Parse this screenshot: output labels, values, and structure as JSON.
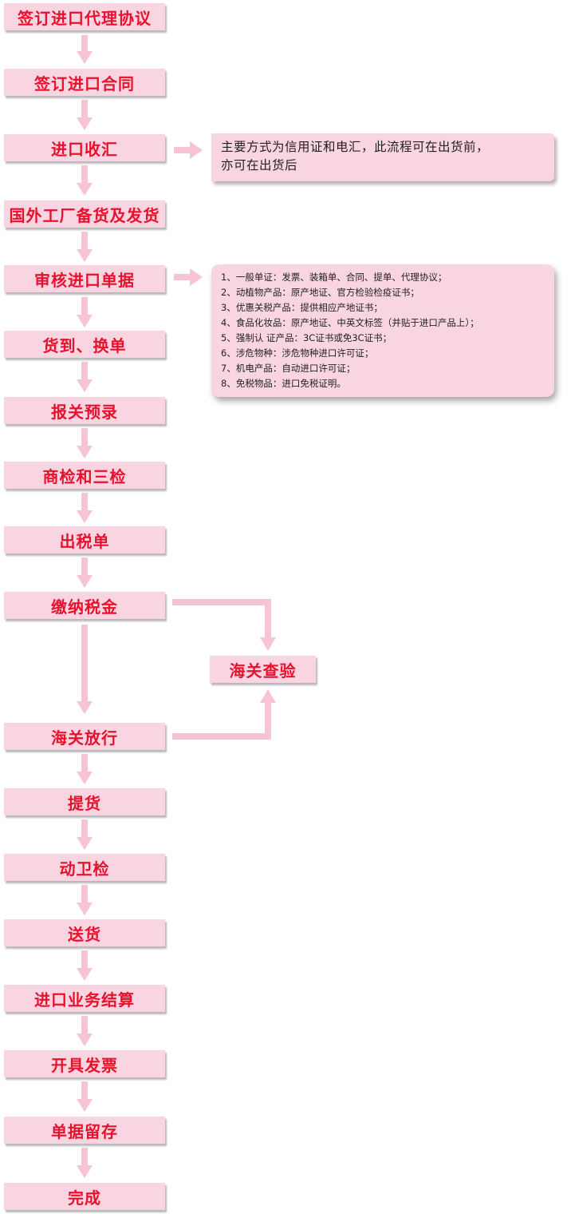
{
  "steps": [
    "签订进口代理协议",
    "签订进口合同",
    "进口收汇",
    "国外工厂备货及发货",
    "审核进口单据",
    "货到、换单",
    "报关预录",
    "商检和三检",
    "出税单",
    "缴纳税金",
    "海关放行",
    "提货",
    "动卫检",
    "送货",
    "进口业务结算",
    "开具发票",
    "单据留存",
    "完成"
  ],
  "customs_inspection": "海关查验",
  "note_payment": {
    "line1": "主要方式为信用证和电汇，此流程可在出货前，",
    "line2": "亦可在出货后"
  },
  "note_documents": [
    "1、一般单证：发票、装箱单、合同、提单、代理协议；",
    "2、动植物产品：原产地证、官方检验检疫证书；",
    "3、优惠关税产品：提供相应产地证书；",
    "4、食品化妆品：原产地证、中英文标签（并贴于进口产品上）；",
    "5、强制认 证产品：3C证书或免3C证书；",
    "6、涉危物种：涉危物种进口许可证；",
    "7、机电产品：自动进口许可证；",
    "8、免税物品：进口免税证明。"
  ],
  "colors": {
    "box_fill": "#f9d5e2",
    "box_text": "#e8112d",
    "arrow": "#f6c4d6"
  }
}
